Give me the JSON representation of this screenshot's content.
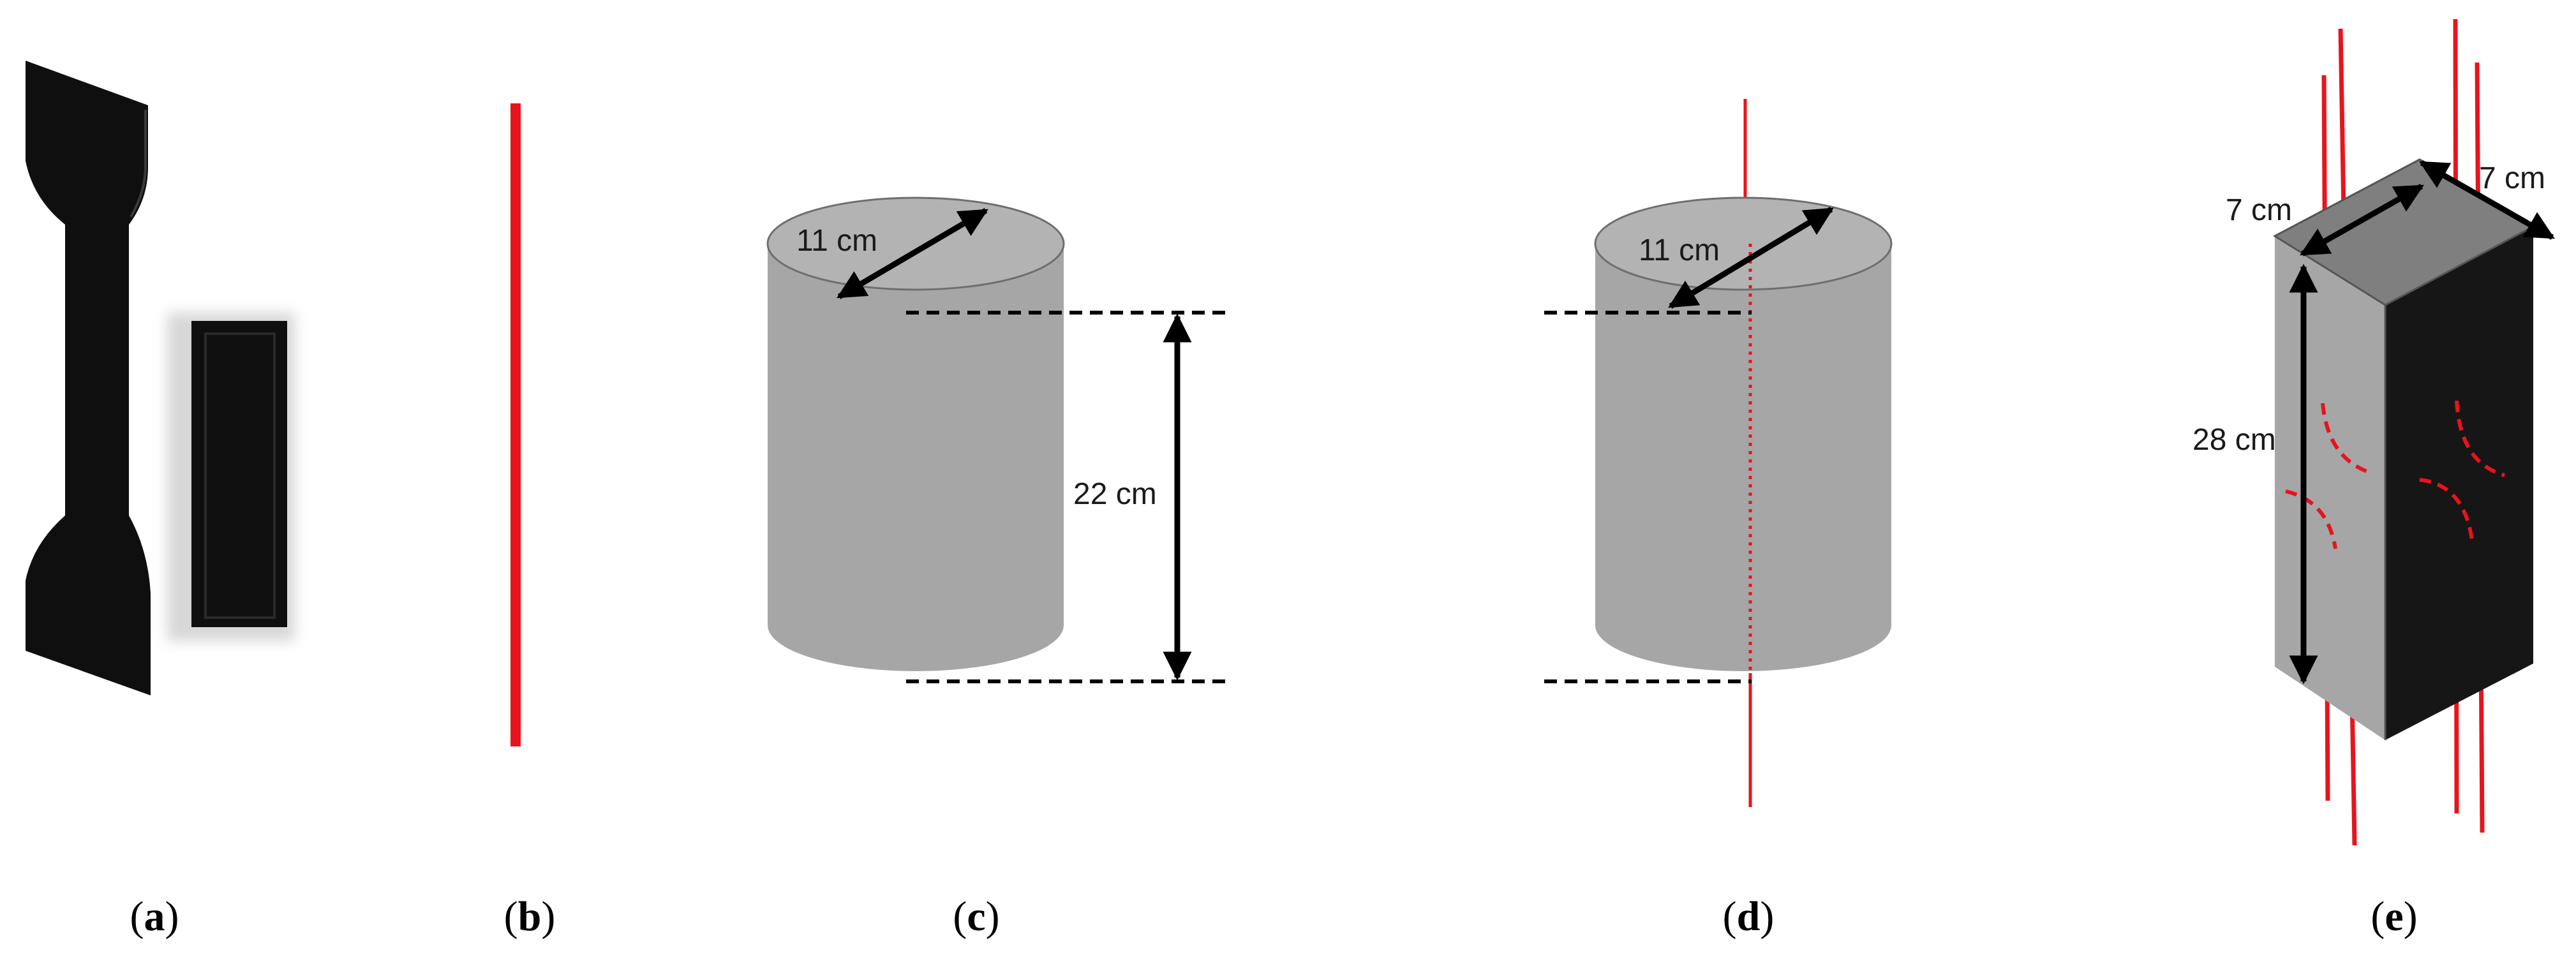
{
  "colors": {
    "specimen": "#0f0f0f",
    "fiber": "#e8141c",
    "concrete": "#a6a6a6",
    "concrete_top": "#b3b3b3",
    "prism_top": "#7f7f7f",
    "prism_dark_face": "#161616",
    "dimension": "#000000"
  },
  "panels": {
    "a": {
      "open": "(",
      "letter": "a",
      "close": ")"
    },
    "b": {
      "open": "(",
      "letter": "b",
      "close": ")"
    },
    "c": {
      "open": "(",
      "letter": "c",
      "close": ")"
    },
    "d": {
      "open": "(",
      "letter": "d",
      "close": ")"
    },
    "e": {
      "open": "(",
      "letter": "e",
      "close": ")"
    }
  },
  "dimensions": {
    "c_diameter": "11 cm",
    "c_height": "22 cm",
    "d_diameter": "11 cm",
    "e_width": "7 cm",
    "e_depth": "7 cm",
    "e_height": "28 cm"
  }
}
